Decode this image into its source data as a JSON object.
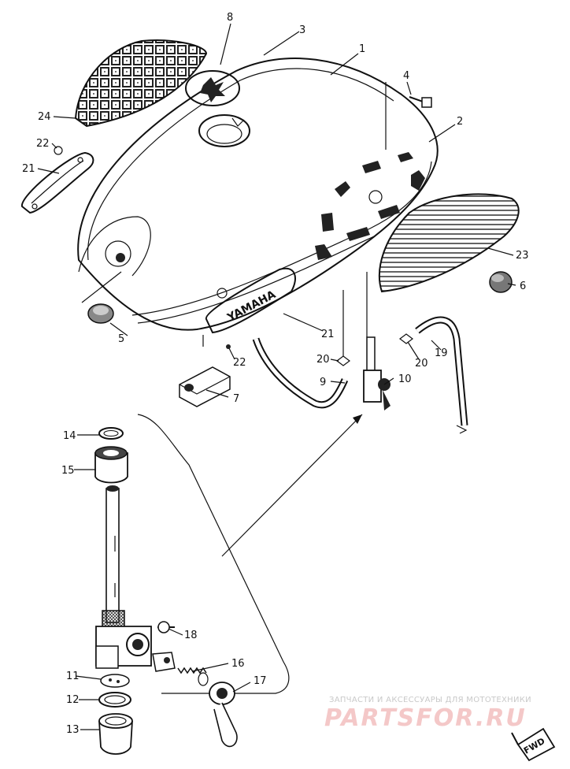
{
  "callouts": [
    {
      "id": "p1",
      "text": "1"
    },
    {
      "id": "p2",
      "text": "2"
    },
    {
      "id": "p3",
      "text": "3"
    },
    {
      "id": "p4",
      "text": "4"
    },
    {
      "id": "p5",
      "text": "5"
    },
    {
      "id": "p6",
      "text": "6"
    },
    {
      "id": "p7",
      "text": "7"
    },
    {
      "id": "p8",
      "text": "8"
    },
    {
      "id": "p9",
      "text": "9"
    },
    {
      "id": "p10",
      "text": "10"
    },
    {
      "id": "p11",
      "text": "11"
    },
    {
      "id": "p12",
      "text": "12"
    },
    {
      "id": "p13",
      "text": "13"
    },
    {
      "id": "p14",
      "text": "14"
    },
    {
      "id": "p15",
      "text": "15"
    },
    {
      "id": "p16",
      "text": "16"
    },
    {
      "id": "p17",
      "text": "17"
    },
    {
      "id": "p18",
      "text": "18"
    },
    {
      "id": "p19",
      "text": "19"
    },
    {
      "id": "p20a",
      "text": "20"
    },
    {
      "id": "p20b",
      "text": "20"
    },
    {
      "id": "p21a",
      "text": "21"
    },
    {
      "id": "p21b",
      "text": "21"
    },
    {
      "id": "p22a",
      "text": "22"
    },
    {
      "id": "p22b",
      "text": "22"
    },
    {
      "id": "p23",
      "text": "23"
    },
    {
      "id": "p24",
      "text": "24"
    }
  ],
  "emblem_text": "YAMAHA",
  "fwd_label": "FWD",
  "watermark": {
    "tagline": "ЗАПЧАСТИ И АКСЕССУАРЫ ДЛЯ МОТОТЕХНИКИ",
    "brand": "PARTSFOR.RU"
  }
}
